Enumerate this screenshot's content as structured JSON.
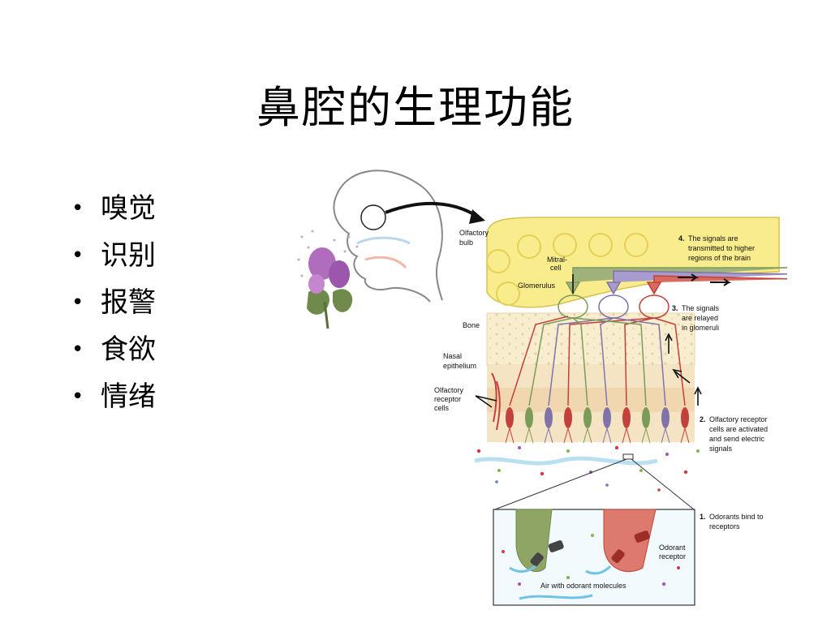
{
  "title": "鼻腔的生理功能",
  "bullets": [
    "嗅觉",
    "识别",
    "报警",
    "食欲",
    "情绪"
  ],
  "figure": {
    "labels": {
      "olfactory_bulb_1": "Olfactory",
      "olfactory_bulb_2": "bulb",
      "mitral_1": "Mitral-",
      "mitral_2": "cell",
      "glomerulus": "Glomerulus",
      "bone": "Bone",
      "nasal_1": "Nasal",
      "nasal_2": "epithelium",
      "orc_1": "Olfactory",
      "orc_2": "receptor",
      "orc_3": "cells",
      "odorant_1": "Odorant",
      "odorant_2": "receptor",
      "air": "Air with odorant molecules"
    },
    "steps": {
      "s4_num": "4.",
      "s4_l1": "The signals are",
      "s4_l2": "transmitted to higher",
      "s4_l3": "regions of the brain",
      "s3_num": "3.",
      "s3_l1": "The signals",
      "s3_l2": "are relayed",
      "s3_l3": "in glomeruli",
      "s2_num": "2.",
      "s2_l1": "Olfactory receptor",
      "s2_l2": "cells are activated",
      "s2_l3": "and send electric",
      "s2_l4": "signals",
      "s1_num": "1.",
      "s1_l1": "Odorants bind to",
      "s1_l2": "receptors"
    }
  }
}
